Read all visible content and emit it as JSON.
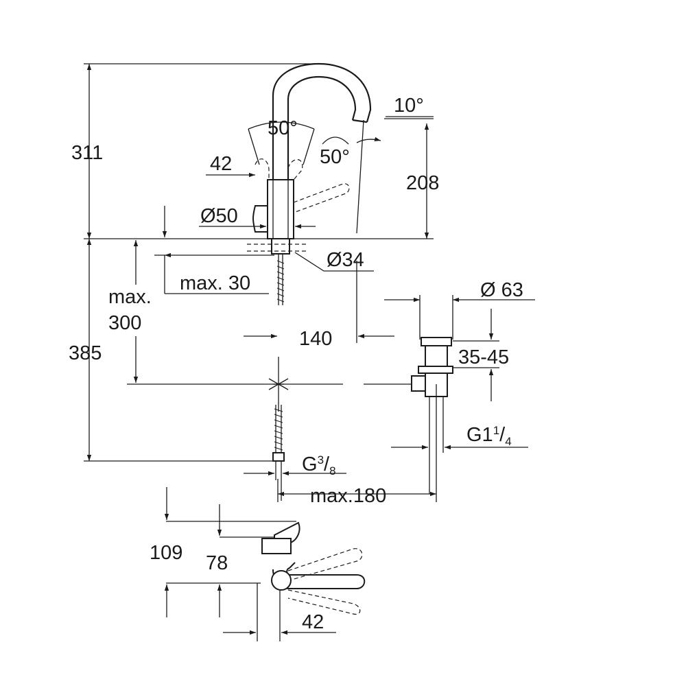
{
  "dimensions": {
    "total_height": "311",
    "spout_height": "208",
    "swivel_angle": "50°",
    "lever_angle": "50°",
    "spout_tilt": "10°",
    "lever_offset": "42",
    "body_diameter": "Ø50",
    "hole_diameter": "Ø34",
    "max_deck": "max. 30",
    "max_pipe_label": "max.",
    "max_pipe_value": "300",
    "below_deck": "385",
    "reach": "140",
    "waste_diameter": "Ø 63",
    "waste_range": "35-45",
    "waste_thread_main": "G1",
    "waste_thread_num": "1",
    "waste_thread_slash": "/",
    "waste_thread_den": "4",
    "hose_thread_main": "G",
    "hose_thread_num": "3",
    "hose_thread_slash": "/",
    "hose_thread_den": "8",
    "max_reach": "max.180",
    "top_view_height": "109",
    "top_view_handle": "78",
    "top_view_depth": "42"
  }
}
